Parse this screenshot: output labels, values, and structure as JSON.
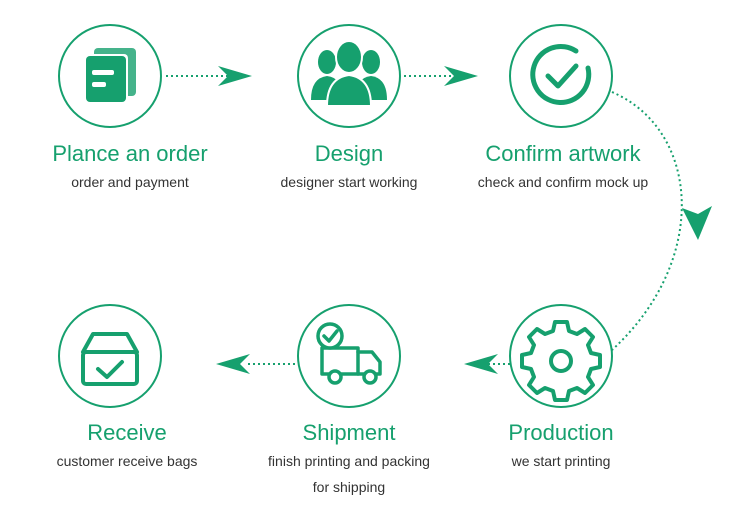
{
  "colors": {
    "accent": "#16a06e",
    "text": "#333333"
  },
  "steps": [
    {
      "title": "Plance an order",
      "desc": "order and payment",
      "icon": "document-stack-icon"
    },
    {
      "title": "Design",
      "desc": "designer start working",
      "icon": "people-group-icon"
    },
    {
      "title": "Confirm artwork",
      "desc": "check and confirm mock up",
      "icon": "check-circle-icon"
    },
    {
      "title": "Production",
      "desc": "we start printing",
      "icon": "gear-icon"
    },
    {
      "title": "Shipment",
      "desc": "finish printing and packing",
      "desc2": "for shipping",
      "icon": "delivery-truck-icon"
    },
    {
      "title": "Receive",
      "desc": "customer receive bags",
      "icon": "box-check-icon"
    }
  ]
}
